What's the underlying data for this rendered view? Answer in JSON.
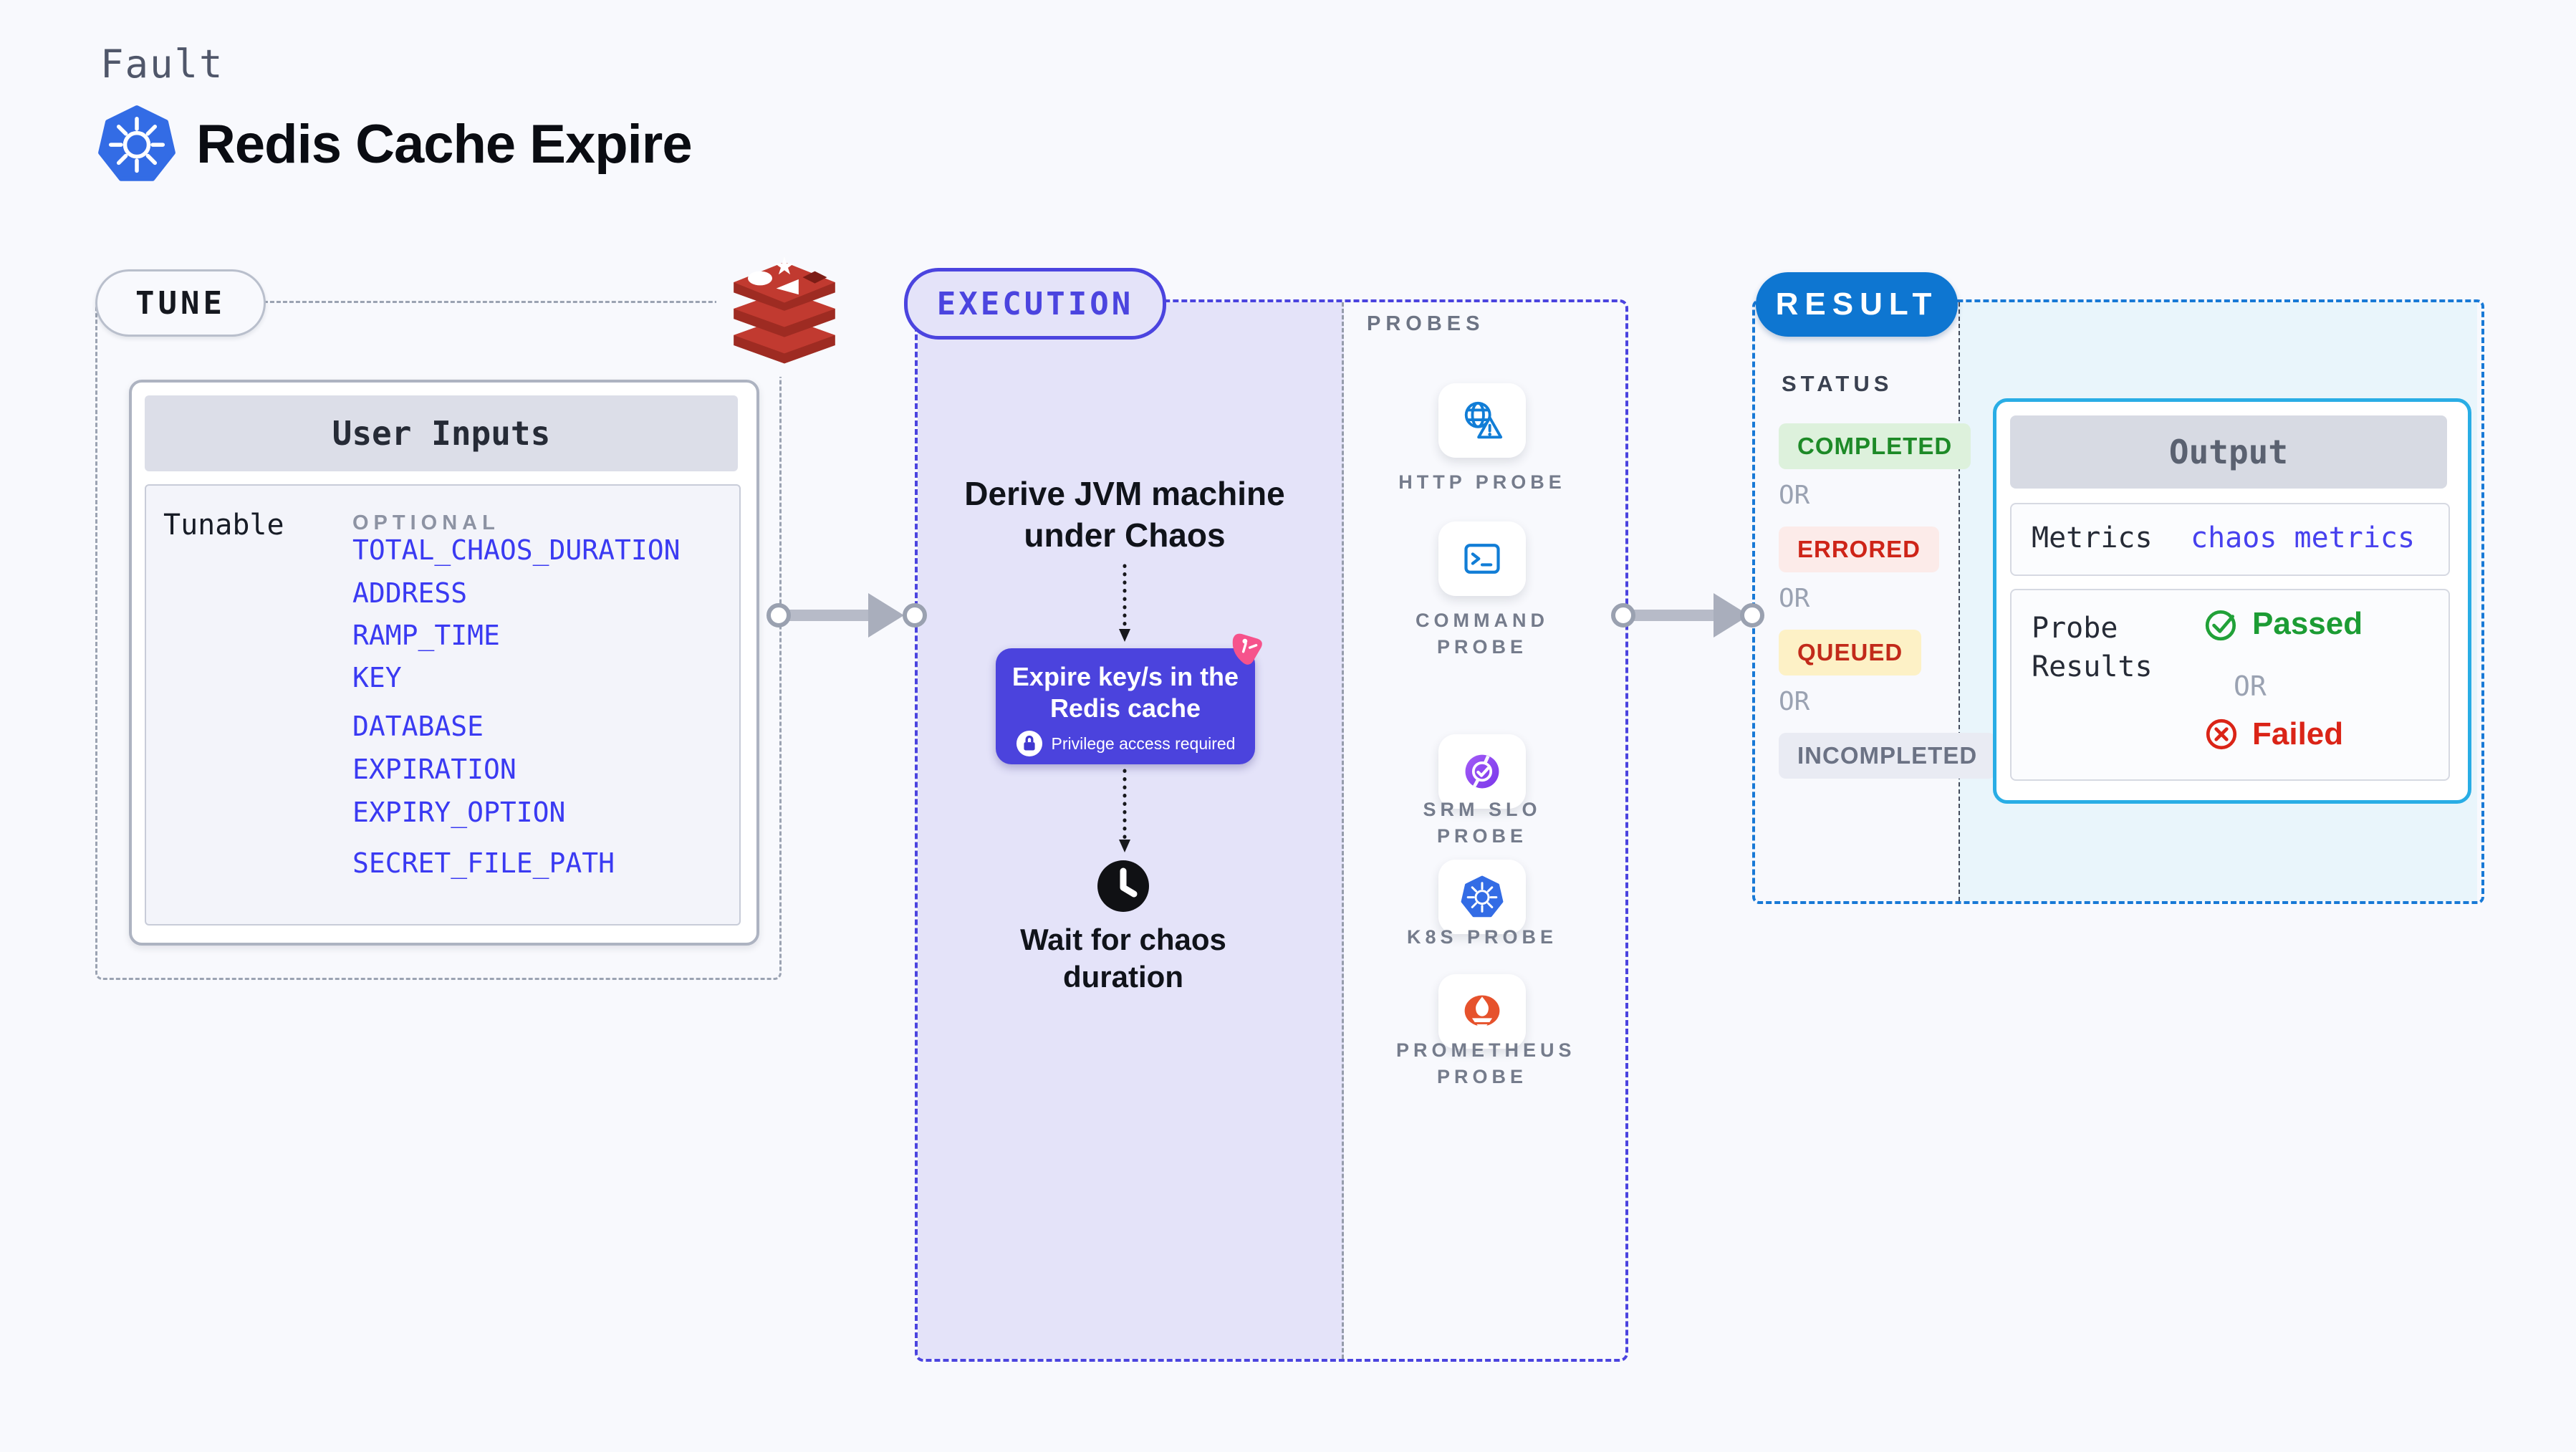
{
  "header": {
    "kicker": "Fault",
    "title": "Redis Cache Expire",
    "title_icon": "kubernetes-icon"
  },
  "tune": {
    "badge": "TUNE",
    "redis_icon": "redis-database-icon",
    "user_inputs": {
      "title": "User Inputs",
      "row_label": "Tunable",
      "column_header": "OPTIONAL",
      "groups": [
        [
          "TOTAL_CHAOS_DURATION",
          "ADDRESS",
          "RAMP_TIME",
          "KEY"
        ],
        [
          "DATABASE",
          "EXPIRATION",
          "EXPIRY_OPTION"
        ],
        [
          "SECRET_FILE_PATH"
        ]
      ]
    }
  },
  "execution": {
    "badge": "EXECUTION",
    "derive_step": {
      "line1": "Derive JVM machine",
      "line2": "under Chaos"
    },
    "fault_card": {
      "line1": "Expire key/s in the",
      "line2": "Redis cache",
      "privilege_note": "Privilege access required",
      "lock_icon": "lock-icon",
      "corner_badge_icon": "chaos-pink-badge-icon"
    },
    "wait_step": {
      "line1": "Wait for chaos",
      "line2": "duration",
      "icon": "clock-icon"
    }
  },
  "probes": {
    "label": "PROBES",
    "items": [
      {
        "name": "HTTP PROBE",
        "icon": "globe-warning-icon"
      },
      {
        "name": "COMMAND PROBE",
        "icon": "terminal-icon"
      },
      {
        "name": "SRM SLO PROBE",
        "icon": "slo-check-icon"
      },
      {
        "name": "K8S PROBE",
        "icon": "kubernetes-icon"
      },
      {
        "name": "PROMETHEUS PROBE",
        "icon": "prometheus-icon"
      }
    ]
  },
  "result": {
    "badge": "RESULT",
    "status_label": "STATUS",
    "or_label": "OR",
    "statuses": [
      {
        "label": "COMPLETED",
        "bg": "#ddf1dc",
        "fg": "#1d8a27"
      },
      {
        "label": "ERRORED",
        "bg": "#fcebe9",
        "fg": "#ce2418"
      },
      {
        "label": "QUEUED",
        "bg": "#fdf1c6",
        "fg": "#c22a1a"
      },
      {
        "label": "INCOMPLETED",
        "bg": "#e9ebf3",
        "fg": "#6b7284"
      }
    ],
    "output": {
      "title": "Output",
      "metrics_label": "Metrics",
      "metrics_value": "chaos metrics",
      "probe_results_label": "Probe Results",
      "passed_label": "Passed",
      "or_label": "OR",
      "failed_label": "Failed"
    }
  },
  "colors": {
    "page_bg": "#f8f9fd",
    "accent_indigo": "#4b44df",
    "execution_fill": "#e4e3f9",
    "fault_card_bg": "#4b43dd",
    "pink_badge": "#f6538c",
    "result_badge_bg": "#0e76d1",
    "result_fill": "#e9f5fb",
    "output_border": "#29ade5",
    "input_link_blue": "#3a3af2",
    "passed_green": "#1c9c34",
    "failed_red": "#da2417",
    "redis_red": "#c13a30",
    "kubernetes_blue": "#336ce5",
    "prometheus_orange": "#e6522c",
    "probe_icon_blue": "#117dd6",
    "arrow_gray": "#b7bbc8"
  }
}
